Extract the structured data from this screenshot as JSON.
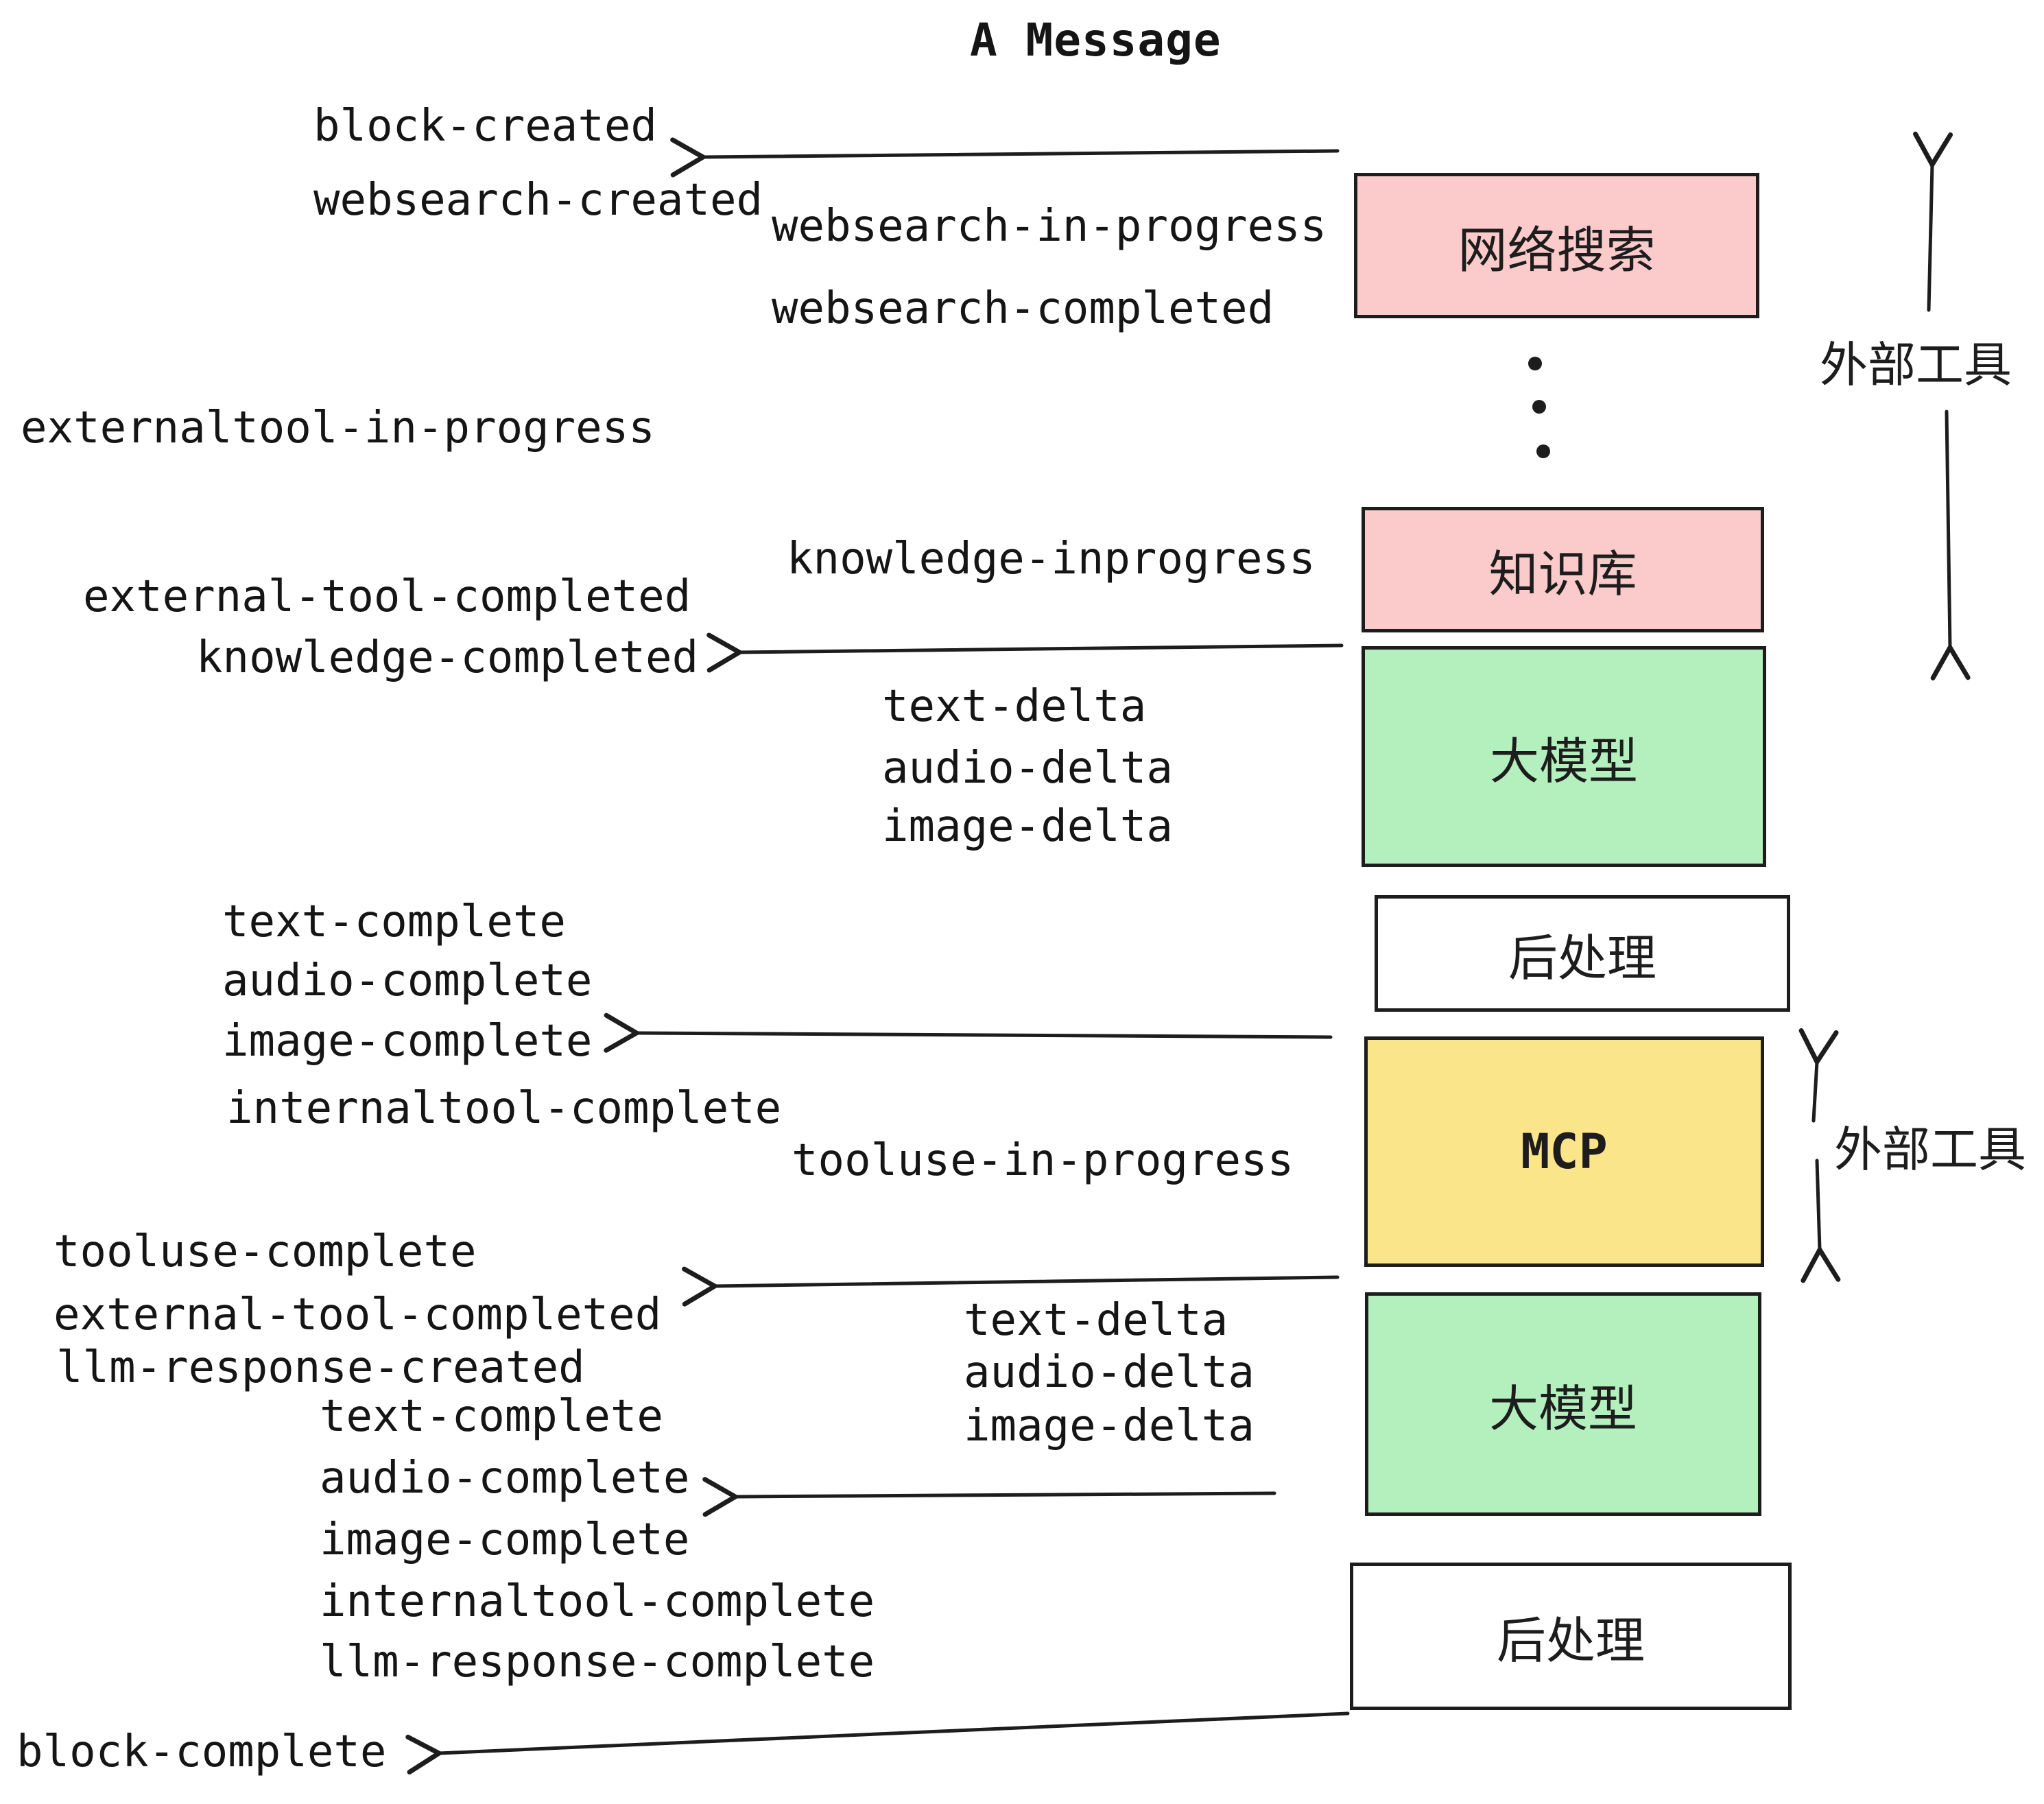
{
  "title": "A Message",
  "colors": {
    "pink": "#fbcaca",
    "green": "#b4efbe",
    "yellow": "#fae58a",
    "ink": "#1d1d1d"
  },
  "boxes": {
    "websearch": {
      "label": "网络搜索"
    },
    "knowledge": {
      "label": "知识库"
    },
    "llm1": {
      "label": "大模型"
    },
    "post1": {
      "label": "后处理"
    },
    "mcp": {
      "label": "MCP"
    },
    "llm2": {
      "label": "大模型"
    },
    "post2": {
      "label": "后处理"
    }
  },
  "side_labels": {
    "external_tools_top": "外部工具",
    "external_tools_mid": "外部工具"
  },
  "events": {
    "block_created": "block-created",
    "websearch_created": "websearch-created",
    "websearch_in_progress": "websearch-in-progress",
    "websearch_completed": "websearch-completed",
    "externaltool_in_progress": "externaltool-in-progress",
    "knowledge_inprogress": "knowledge-inprogress",
    "external_tool_completed_1": "external-tool-completed",
    "knowledge_completed": "knowledge-completed",
    "text_delta_1": "text-delta",
    "audio_delta_1": "audio-delta",
    "image_delta_1": "image-delta",
    "text_complete_1": "text-complete",
    "audio_complete_1": "audio-complete",
    "image_complete_1": "image-complete",
    "internaltool_complete_1": "internaltool-complete",
    "tooluse_in_progress": "tooluse-in-progress",
    "tooluse_complete": "tooluse-complete",
    "external_tool_completed_2": "external-tool-completed",
    "llm_response_created": "llm-response-created",
    "text_delta_2": "text-delta",
    "audio_delta_2": "audio-delta",
    "image_delta_2": "image-delta",
    "text_complete_2": "text-complete",
    "audio_complete_2": "audio-complete",
    "image_complete_2": "image-complete",
    "internaltool_complete_2": "internaltool-complete",
    "llm_response_complete": "llm-response-complete",
    "block_complete": "block-complete"
  }
}
